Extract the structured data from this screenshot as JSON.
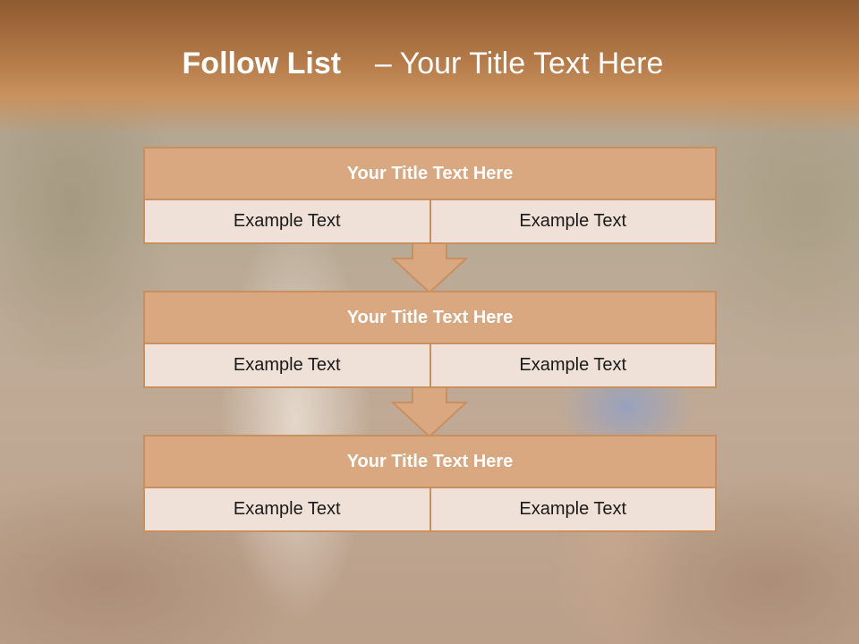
{
  "slide": {
    "title_bold": "Follow List",
    "title_rest": "– Your Title Text Here",
    "blocks": [
      {
        "title": "Your Title Text Here",
        "left": "Example Text",
        "right": "Example Text"
      },
      {
        "title": "Your Title Text Here",
        "left": "Example Text",
        "right": "Example Text"
      },
      {
        "title": "Your Title Text Here",
        "left": "Example Text",
        "right": "Example Text"
      }
    ]
  },
  "colors": {
    "header_band": "#b47a48",
    "box_head": "#d9a880",
    "box_border": "#c98f5e",
    "box_cell": "#f0e1d8",
    "arrow_fill": "#d9a880"
  }
}
